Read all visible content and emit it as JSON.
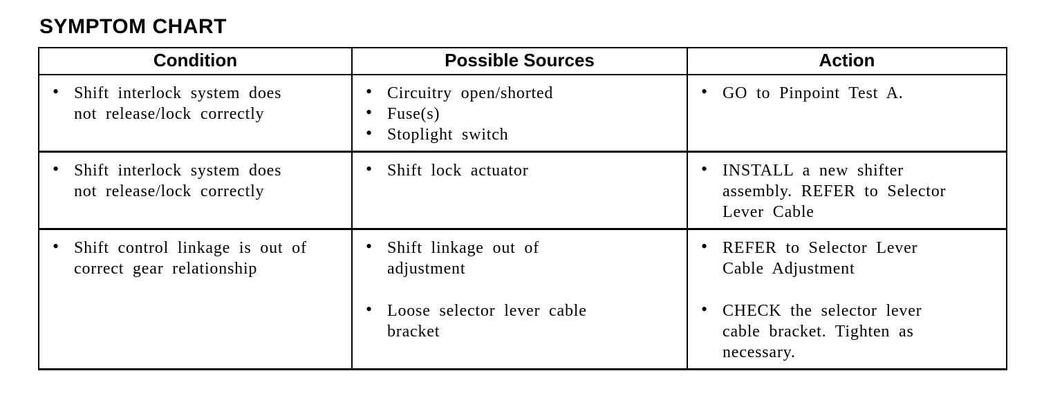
{
  "icons": {
    "bullet": "•"
  },
  "page": {
    "title": "SYMPTOM CHART"
  },
  "table": {
    "headers": [
      "Condition",
      "Possible Sources",
      "Action"
    ],
    "rows": [
      {
        "condition": [
          "Shift interlock system does\nnot release/lock correctly"
        ],
        "sources": [
          "Circuitry open/shorted",
          "Fuse(s)",
          "Stoplight switch"
        ],
        "action": [
          "GO to Pinpoint Test A."
        ]
      },
      {
        "condition": [
          "Shift interlock system does\nnot release/lock correctly"
        ],
        "sources": [
          "Shift lock actuator"
        ],
        "action": [
          "INSTALL a new shifter\nassembly. REFER to Selector\nLever Cable"
        ]
      },
      {
        "condition": [
          "Shift control linkage is out of\ncorrect gear relationship"
        ],
        "sources": [
          "Shift linkage out of\nadjustment",
          "Loose selector lever cable\nbracket"
        ],
        "action": [
          "REFER to Selector Lever\nCable Adjustment",
          "CHECK the selector lever\ncable bracket. Tighten as\nnecessary."
        ]
      }
    ]
  }
}
